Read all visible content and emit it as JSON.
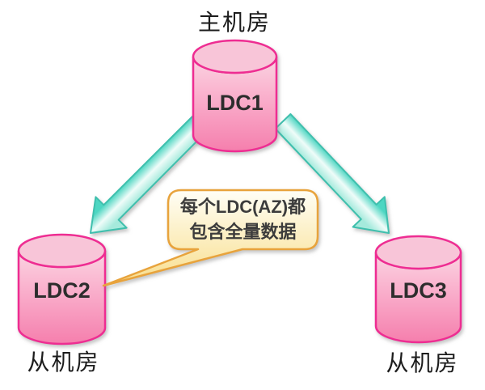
{
  "nodes": [
    {
      "label": "LDC1",
      "caption": "主机房"
    },
    {
      "label": "LDC2",
      "caption": "从机房"
    },
    {
      "label": "LDC3",
      "caption": "从机房"
    }
  ],
  "callout": {
    "line1": "每个LDC(AZ)都",
    "line2": "包含全量数据"
  },
  "colors": {
    "cylinder_stroke": "#EE2D92",
    "cylinder_top_fill": "#F8C5D8",
    "cylinder_body_light": "#FBD4E2",
    "cylinder_body_dark": "#F57FAD",
    "arrow_stroke": "#3FBFAD",
    "arrow_dark": "#4DD6C2",
    "arrow_light": "#EFFCF9",
    "callout_stroke": "#E8A33C",
    "callout_fill_top": "#FFFEF6",
    "callout_fill_bottom": "#F8DD8C",
    "text": "#1f1f1f"
  }
}
